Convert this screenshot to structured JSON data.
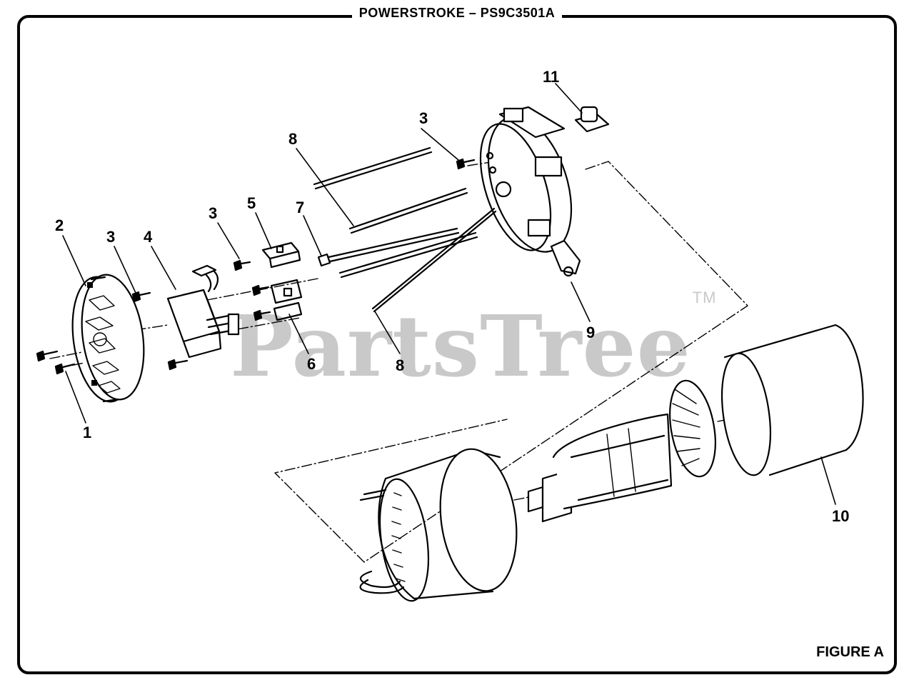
{
  "title": "POWERSTROKE – PS9C3501A",
  "figure_label": "FIGURE A",
  "watermark": {
    "text": "PartsTree",
    "mark": "TM"
  },
  "callouts": {
    "c1": "1",
    "c2": "2",
    "c3a": "3",
    "c3b": "3",
    "c3c": "3",
    "c4": "4",
    "c5": "5",
    "c6": "6",
    "c7": "7",
    "c8a": "8",
    "c8b": "8",
    "c9": "9",
    "c10": "10",
    "c11": "11"
  }
}
